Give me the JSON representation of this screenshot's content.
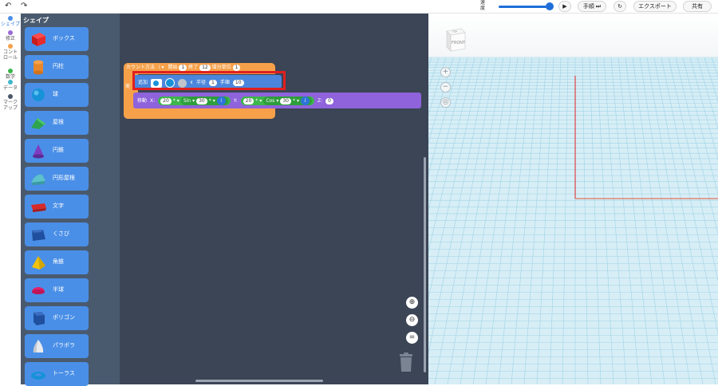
{
  "toolbar": {
    "undo_icon": "undo-icon",
    "redo_icon": "redo-icon",
    "speed_label": "速度",
    "speed_value": 0.95,
    "step_label": "手順",
    "export_label": "エクスポート",
    "share_label": "共有"
  },
  "categories": [
    {
      "label": "シェイプ",
      "color": "#4a8fe7",
      "active": true
    },
    {
      "label": "修正",
      "color": "#9a6bd6"
    },
    {
      "label": "コントロール",
      "color": "#f6a14a"
    },
    {
      "label": "数学",
      "color": "#3db64b"
    },
    {
      "label": "データ",
      "color": "#3fb7c9"
    },
    {
      "label": "マークアップ",
      "color": "#4c5669"
    }
  ],
  "flyout": {
    "title": "シェイプ",
    "items": [
      {
        "label": "ボックス",
        "icon": "box-icon"
      },
      {
        "label": "円柱",
        "icon": "cylinder-icon"
      },
      {
        "label": "球",
        "icon": "sphere-icon"
      },
      {
        "label": "屋根",
        "icon": "roof-icon"
      },
      {
        "label": "円錐",
        "icon": "cone-icon"
      },
      {
        "label": "円形屋根",
        "icon": "round-roof-icon"
      },
      {
        "label": "文字",
        "icon": "text-icon"
      },
      {
        "label": "くさび",
        "icon": "wedge-icon"
      },
      {
        "label": "角錐",
        "icon": "pyramid-icon"
      },
      {
        "label": "半球",
        "icon": "half-sphere-icon"
      },
      {
        "label": "ポリゴン",
        "icon": "polygon-icon"
      },
      {
        "label": "パラボラ",
        "icon": "paraboloid-icon"
      },
      {
        "label": "トーラス",
        "icon": "torus-icon"
      }
    ]
  },
  "blocks": {
    "loop": {
      "label": "カウント方法",
      "var": "i",
      "start_label": "開始",
      "start": "1",
      "end_label": "終了",
      "end": "12",
      "step_label": "增分单位",
      "step": "1",
      "body_label": "実"
    },
    "add": {
      "label": "追加",
      "radius_label": "半径",
      "radius": "1",
      "steps_label": "手順",
      "steps": "10"
    },
    "move": {
      "label": "移動",
      "x_label": "X:",
      "x_val": "20",
      "x_unit": "*",
      "sin_label": "Sin",
      "sin_val": "30",
      "sin_unit": "*",
      "var": "i",
      "y_label": "Y:",
      "y_val": "20",
      "y_unit": "*",
      "cos_label": "Cos",
      "cos_val": "30",
      "cos_unit": "*",
      "z_label": "Z:",
      "z_val": "0"
    }
  },
  "viewport": {
    "cube_top": "TOP",
    "cube_front": "FRONT",
    "grid_color": "#9fd3e6",
    "x_axis_color": "#e2553b",
    "y_axis_color": "#e02020"
  },
  "colors": {
    "accent": "#1e6fd9",
    "shape_block": "#4a8fe7",
    "control_block": "#f6a14a",
    "modify_block": "#8f63db",
    "math_block": "#3db64b",
    "highlight": "#e02020"
  }
}
